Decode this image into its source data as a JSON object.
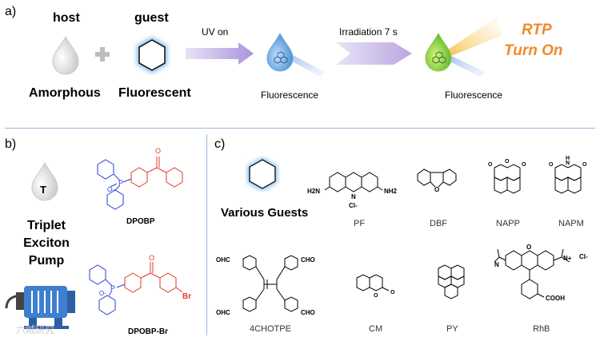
{
  "panel_a": {
    "label": "a)",
    "host_label": "host",
    "guest_label": "guest",
    "amorphous_label": "Amorphous",
    "fluorescent_label": "Fluorescent",
    "uv_on_label": "UV on",
    "irradiation_label": "Irradiation 7 s",
    "fluorescence_label_1": "Fluorescence",
    "fluorescence_label_2": "Fluorescence",
    "rtp_line1": "RTP",
    "rtp_line2": "Turn On",
    "colors": {
      "accent_orange": "#f08a2a",
      "arrow_purple": "#b9a6df",
      "host_gray": "#d9d9d9",
      "guest_blue": "#4aa3e6"
    }
  },
  "panel_b": {
    "label": "b)",
    "triplet_icon_letter": "T",
    "pump_line1": "Triplet",
    "pump_line2": "Exciton",
    "pump_line3": "Pump",
    "mol1_name": "DPOBP",
    "mol2_name": "DPOBP-Br",
    "atom_O": "O",
    "atom_P": "P",
    "atom_Ominus": "O-",
    "atom_Br": "Br",
    "colors": {
      "phosphine_blue": "#2a3fd6",
      "ketone_red": "#e23a2a",
      "pump_blue": "#3f7fd0"
    }
  },
  "panel_c": {
    "label": "c)",
    "various_guests_label": "Various Guests",
    "guests": [
      {
        "name": "PF"
      },
      {
        "name": "DBF"
      },
      {
        "name": "NAPP"
      },
      {
        "name": "NAPM"
      },
      {
        "name": "4CHOTPE"
      },
      {
        "name": "CM"
      },
      {
        "name": "PY"
      },
      {
        "name": "RhB"
      }
    ],
    "atoms": {
      "h2n": "H2N",
      "nh2": "NH2",
      "n": "N",
      "cl": "Cl-",
      "o": "O",
      "nh": "N",
      "h": "H",
      "cho": "CHO",
      "ohc": "OHC",
      "cooh": "COOH",
      "nplus": "N+"
    }
  },
  "watermark": "六贼研究"
}
